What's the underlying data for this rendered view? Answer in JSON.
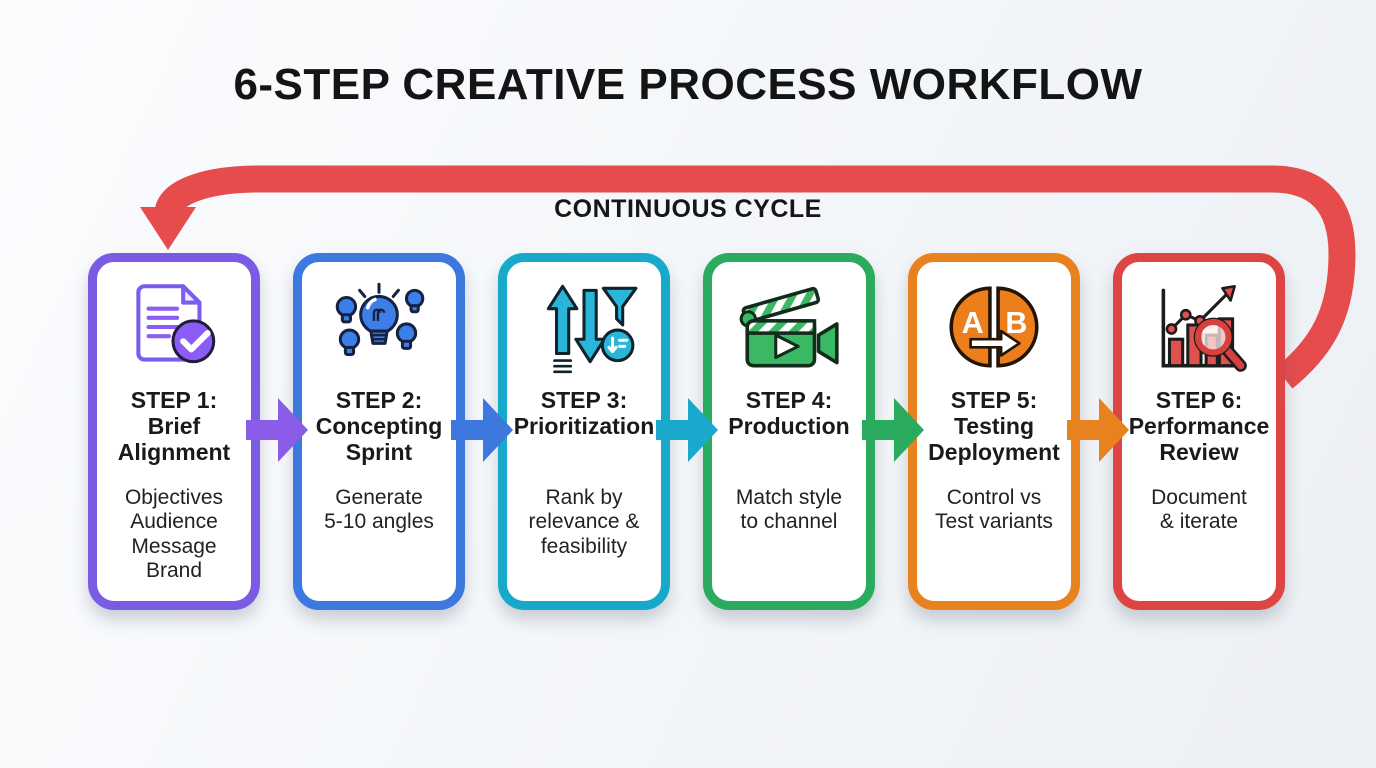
{
  "title": "6-STEP CREATIVE PROCESS WORKFLOW",
  "cycle": {
    "label": "CONTINUOUS CYCLE",
    "arrow_color": "#e64c4b"
  },
  "steps": [
    {
      "label": "STEP 1:",
      "name": [
        "Brief",
        "Alignment"
      ],
      "description": [
        "Objectives",
        "Audience",
        "Message",
        "Brand"
      ],
      "color": "#7b5be4",
      "icon": "document-check-icon"
    },
    {
      "label": "STEP 2:",
      "name": [
        "Concepting",
        "Sprint"
      ],
      "description": [
        "Generate",
        "5-10 angles"
      ],
      "color": "#3d78de",
      "icon": "lightbulbs-icon"
    },
    {
      "label": "STEP 3:",
      "name": [
        "Prioritization"
      ],
      "description": [
        "Rank by",
        "relevance &",
        "feasibility"
      ],
      "color": "#17a9c9",
      "icon": "sort-funnel-icon"
    },
    {
      "label": "STEP 4:",
      "name": [
        "Production"
      ],
      "description": [
        "Match style",
        "to channel"
      ],
      "color": "#2bab5d",
      "icon": "video-clapper-icon"
    },
    {
      "label": "STEP 5:",
      "name": [
        "Testing",
        "Deployment"
      ],
      "description": [
        "Control vs",
        "Test variants"
      ],
      "color": "#e8821e",
      "icon": "ab-test-icon"
    },
    {
      "label": "STEP 6:",
      "name": [
        "Performance",
        "Review"
      ],
      "description": [
        "Document",
        "& iterate"
      ],
      "color": "#dc4543",
      "icon": "chart-magnifier-icon"
    }
  ],
  "connector_colors": [
    "#8a5ce8",
    "#3d78de",
    "#1aa9cd",
    "#2bab5d",
    "#e8821e"
  ]
}
